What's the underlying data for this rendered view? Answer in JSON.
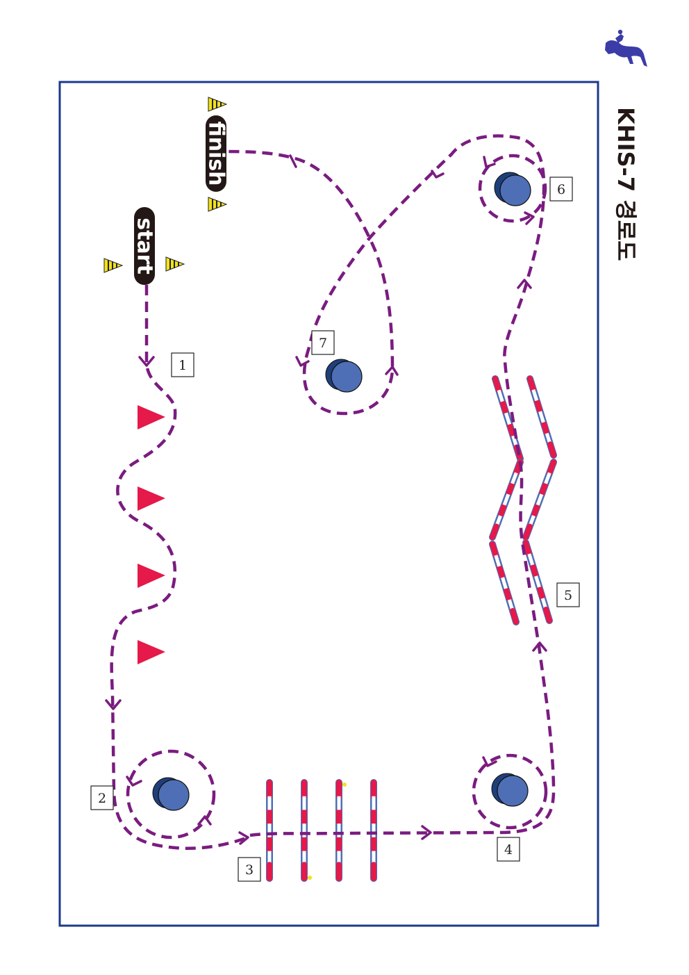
{
  "title": "KHIS-7 경로도",
  "start_label": "start",
  "finish_label": "finish",
  "obstacles": [
    {
      "number": "1",
      "type": "slalom-cones"
    },
    {
      "number": "2",
      "type": "barrel-circle"
    },
    {
      "number": "3",
      "type": "ground-poles"
    },
    {
      "number": "4",
      "type": "barrel-circle"
    },
    {
      "number": "5",
      "type": "zigzag-poles"
    },
    {
      "number": "6",
      "type": "barrel-circle"
    },
    {
      "number": "7",
      "type": "barrel-circle"
    }
  ],
  "icons": [
    "horse-rider-logo-icon",
    "start-cone-icon",
    "finish-cone-icon"
  ],
  "colors": {
    "frame": "#1b3a8c",
    "route": "#7a1c80",
    "cone": "#e5194a",
    "barrel": "#4e6fb5",
    "pole_red": "#e5194a",
    "pole_blue": "#4e6fb5",
    "marker_cone": "#f2e21a",
    "pill": "#231815",
    "logo": "#3c3ca8"
  }
}
